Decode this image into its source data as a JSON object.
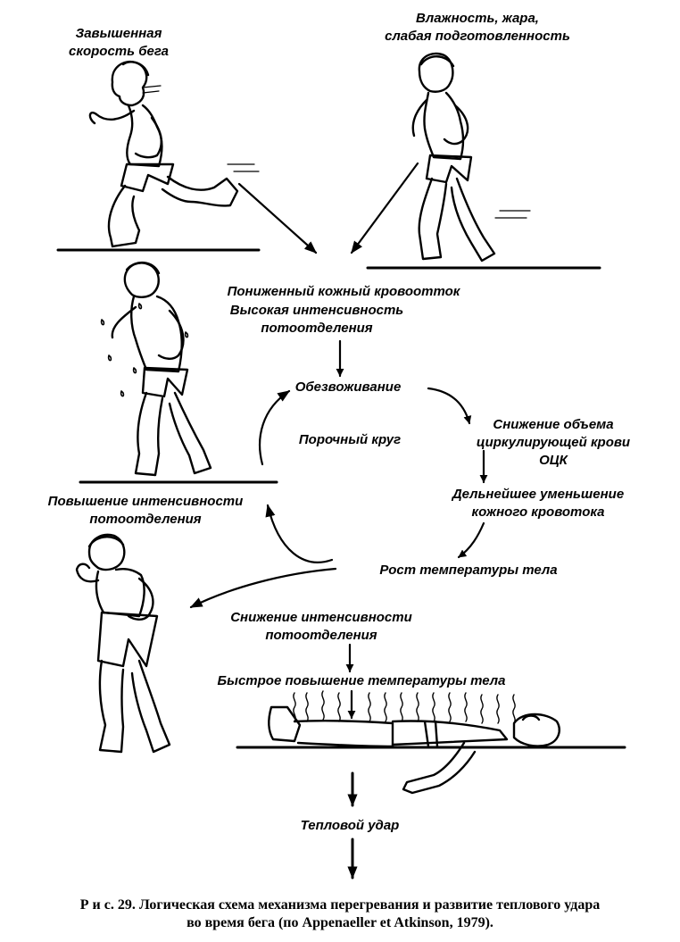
{
  "labels": {
    "fast_running": [
      "Завышенная",
      "скорость бега"
    ],
    "humidity_heat": [
      "Влажность, жара,",
      "слабая подготовленность"
    ],
    "reduced_skin_blood": "Пониженный кожный кровоотток",
    "high_sweat": [
      "Высокая интенсивность",
      "потоотделения"
    ],
    "dehydration": "Обезвоживание",
    "reduced_blood_volume": [
      "Снижение объема",
      "циркулирующей крови",
      "ОЦК"
    ],
    "vicious_circle": "Порочный круг",
    "further_reduction": [
      "Дельнейшее уменьшение",
      "кожного кровотока"
    ],
    "increased_sweat": [
      "Повышение интенсивности",
      "потоотделения"
    ],
    "body_temp_rise": "Рост температуры тела",
    "decreased_sweat": [
      "Снижение интенсивности",
      "потоотделения"
    ],
    "rapid_temp_rise": "Быстрое повышение температуры тела",
    "heat_stroke": "Тепловой удар"
  },
  "caption": {
    "line1": "Р и с.  29.  Логическая схема механизма перегревания и развитие теплового удара",
    "line2": "во время бега (по Appenaeller et Atkinson, 1979)."
  },
  "colors": {
    "ink": "#000000",
    "background": "#ffffff"
  }
}
